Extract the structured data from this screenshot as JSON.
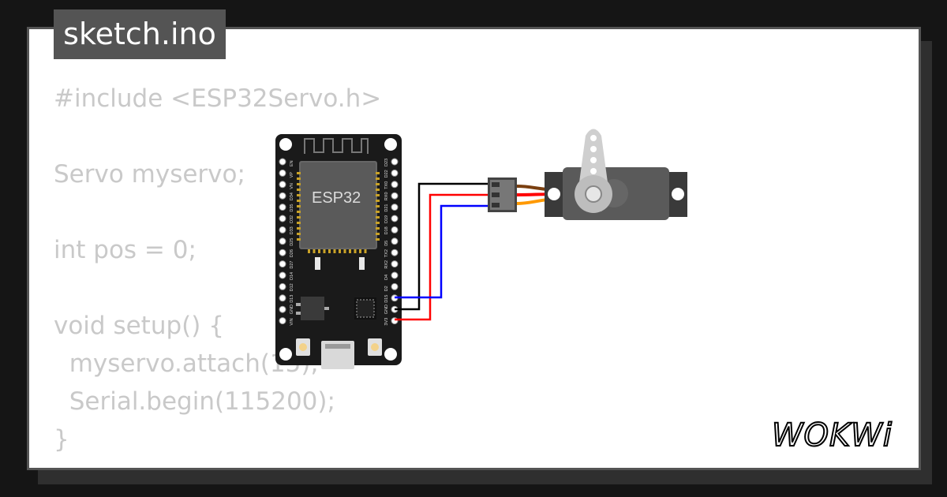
{
  "file_tab": {
    "name": "sketch.ino"
  },
  "code": {
    "lines": [
      "#include <ESP32Servo.h>",
      "",
      "Servo myservo;",
      "",
      "int pos = 0;",
      "",
      "void setup() {",
      "  myservo.attach(15);",
      "  Serial.begin(115200);",
      "}"
    ]
  },
  "board": {
    "label": "ESP32",
    "left_pins": [
      "EN",
      "VP",
      "VN",
      "D34",
      "D35",
      "D32",
      "D33",
      "D25",
      "D26",
      "D27",
      "D14",
      "D12",
      "D13",
      "GND",
      "VIN"
    ],
    "right_pins": [
      "D23",
      "D22",
      "TX0",
      "RX0",
      "D21",
      "D19",
      "D18",
      "D5",
      "TX2",
      "RX2",
      "D4",
      "D2",
      "D15",
      "GND",
      "3V3"
    ]
  },
  "wires": {
    "signal_color": "#0000ff",
    "ground_color": "#000000",
    "power_color": "#ff0000",
    "servo_signal_color": "#ff9900",
    "servo_power_color": "#ff0000",
    "servo_ground_color": "#7a3f10"
  },
  "logo": {
    "text": "WOKWi"
  }
}
